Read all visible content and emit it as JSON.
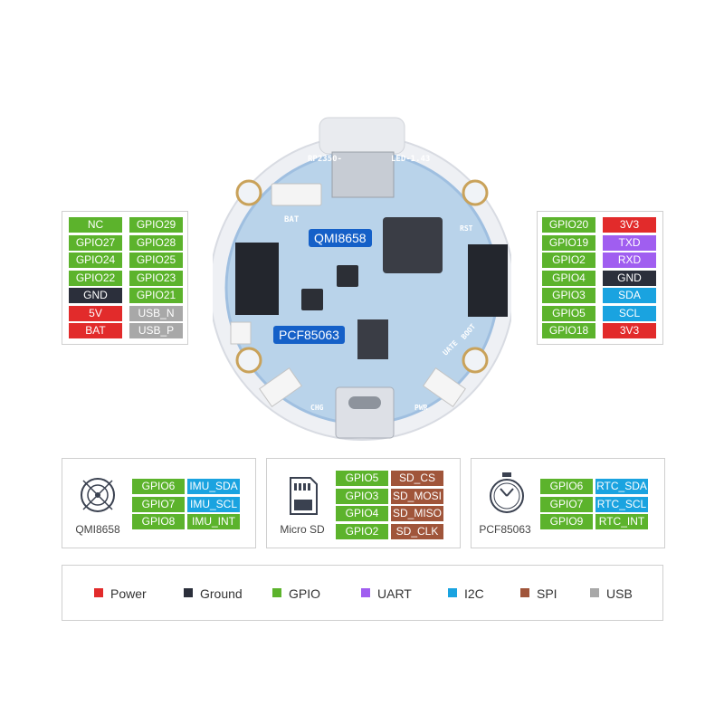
{
  "colors": {
    "power": "#e22b2b",
    "ground": "#2b2f3b",
    "gpio": "#5cb32c",
    "uart": "#a05ef0",
    "i2c": "#1aa3e0",
    "spi": "#a0553a",
    "usb": "#a8a8a8"
  },
  "board": {
    "label_top": "RP2350-",
    "label_top_right": "LED-1.43",
    "label_bat": "BAT",
    "label_rst": "RST",
    "label_boot": "BOOT",
    "label_uart": "UATE",
    "label_pwr": "PWR",
    "label_chg": "CHG",
    "chip_imu": "QMI8658",
    "chip_rtc": "PCF85063"
  },
  "left_header": [
    {
      "a": {
        "text": "NC",
        "type": "gpio"
      },
      "b": {
        "text": "GPIO29",
        "type": "gpio"
      }
    },
    {
      "a": {
        "text": "GPIO27",
        "type": "gpio"
      },
      "b": {
        "text": "GPIO28",
        "type": "gpio"
      }
    },
    {
      "a": {
        "text": "GPIO24",
        "type": "gpio"
      },
      "b": {
        "text": "GPIO25",
        "type": "gpio"
      }
    },
    {
      "a": {
        "text": "GPIO22",
        "type": "gpio"
      },
      "b": {
        "text": "GPIO23",
        "type": "gpio"
      }
    },
    {
      "a": {
        "text": "GND",
        "type": "ground"
      },
      "b": {
        "text": "GPIO21",
        "type": "gpio"
      }
    },
    {
      "a": {
        "text": "5V",
        "type": "power"
      },
      "b": {
        "text": "USB_N",
        "type": "usb"
      }
    },
    {
      "a": {
        "text": "BAT",
        "type": "power"
      },
      "b": {
        "text": "USB_P",
        "type": "usb"
      }
    }
  ],
  "right_header": [
    {
      "a": {
        "text": "GPIO20",
        "type": "gpio"
      },
      "b": {
        "text": "3V3",
        "type": "power"
      }
    },
    {
      "a": {
        "text": "GPIO19",
        "type": "gpio"
      },
      "b": {
        "text": "TXD",
        "type": "uart"
      }
    },
    {
      "a": {
        "text": "GPIO2",
        "type": "gpio"
      },
      "b": {
        "text": "RXD",
        "type": "uart"
      }
    },
    {
      "a": {
        "text": "GPIO4",
        "type": "gpio"
      },
      "b": {
        "text": "GND",
        "type": "ground"
      }
    },
    {
      "a": {
        "text": "GPIO3",
        "type": "gpio"
      },
      "b": {
        "text": "SDA",
        "type": "i2c"
      }
    },
    {
      "a": {
        "text": "GPIO5",
        "type": "gpio"
      },
      "b": {
        "text": "SCL",
        "type": "i2c"
      }
    },
    {
      "a": {
        "text": "GPIO18",
        "type": "gpio"
      },
      "b": {
        "text": "3V3",
        "type": "power"
      }
    }
  ],
  "panels": [
    {
      "caption": "QMI8658",
      "icon": "imu-icon",
      "rows": [
        {
          "a": {
            "text": "GPIO6",
            "type": "gpio"
          },
          "b": {
            "text": "IMU_SDA",
            "type": "i2c"
          }
        },
        {
          "a": {
            "text": "GPIO7",
            "type": "gpio"
          },
          "b": {
            "text": "IMU_SCL",
            "type": "i2c"
          }
        },
        {
          "a": {
            "text": "GPIO8",
            "type": "gpio"
          },
          "b": {
            "text": "IMU_INT",
            "type": "gpio"
          }
        }
      ]
    },
    {
      "caption": "Micro SD",
      "icon": "sd-card-icon",
      "rows": [
        {
          "a": {
            "text": "GPIO5",
            "type": "gpio"
          },
          "b": {
            "text": "SD_CS",
            "type": "spi"
          }
        },
        {
          "a": {
            "text": "GPIO3",
            "type": "gpio"
          },
          "b": {
            "text": "SD_MOSI",
            "type": "spi"
          }
        },
        {
          "a": {
            "text": "GPIO4",
            "type": "gpio"
          },
          "b": {
            "text": "SD_MISO",
            "type": "spi"
          }
        },
        {
          "a": {
            "text": "GPIO2",
            "type": "gpio"
          },
          "b": {
            "text": "SD_CLK",
            "type": "spi"
          }
        }
      ]
    },
    {
      "caption": "PCF85063",
      "icon": "stopwatch-icon",
      "rows": [
        {
          "a": {
            "text": "GPIO6",
            "type": "gpio"
          },
          "b": {
            "text": "RTC_SDA",
            "type": "i2c"
          }
        },
        {
          "a": {
            "text": "GPIO7",
            "type": "gpio"
          },
          "b": {
            "text": "RTC_SCL",
            "type": "i2c"
          }
        },
        {
          "a": {
            "text": "GPIO9",
            "type": "gpio"
          },
          "b": {
            "text": "RTC_INT",
            "type": "gpio"
          }
        }
      ]
    }
  ],
  "legend": [
    {
      "label": "Power",
      "type": "power"
    },
    {
      "label": "Ground",
      "type": "ground"
    },
    {
      "label": "GPIO",
      "type": "gpio"
    },
    {
      "label": "UART",
      "type": "uart"
    },
    {
      "label": "I2C",
      "type": "i2c"
    },
    {
      "label": "SPI",
      "type": "spi"
    },
    {
      "label": "USB",
      "type": "usb"
    }
  ]
}
